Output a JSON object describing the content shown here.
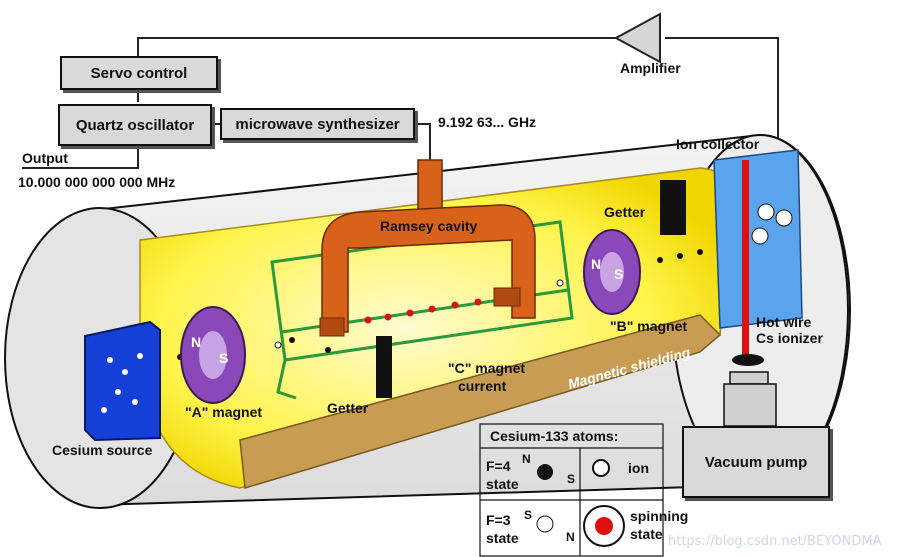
{
  "boxes": {
    "servo_control": "Servo control",
    "quartz_oscillator": "Quartz oscillator",
    "microwave_synthesizer": "microwave synthesizer",
    "vacuum_pump": "Vacuum pump"
  },
  "labels": {
    "output": "Output",
    "output_freq": "10.000 000 000 000 MHz",
    "synth_freq": "9.192 63... GHz",
    "amplifier": "Amplifier",
    "ion_collector": "Ion collector",
    "getter_right": "Getter",
    "getter_bottom": "Getter",
    "ramsey_cavity": "Ramsey cavity",
    "b_magnet": "\"B\" magnet",
    "a_magnet": "\"A\" magnet",
    "c_magnet_line1": "\"C\" magnet",
    "c_magnet_line2": "current",
    "magnetic_shielding": "Magnetic shielding",
    "cesium_source": "Cesium source",
    "hot_wire_line1": "Hot wire",
    "hot_wire_line2": "Cs ionizer",
    "magnet_n": "N",
    "magnet_s": "S"
  },
  "legend": {
    "title": "Cesium-133 atoms:",
    "f4_line1": "F=4",
    "f4_line2": "state",
    "f3_line1": "F=3",
    "f3_line2": "state",
    "ion": "ion",
    "spinning_line1": "spinning",
    "spinning_line2": "state",
    "n": "N",
    "s": "S"
  },
  "watermark": "https://blog.csdn.net/BEYONDMA",
  "colors": {
    "yellow": "#fff34a",
    "cavity_orange": "#d9621a",
    "magnet_purple": "#8a48b8",
    "coil_green": "#2a9a3a",
    "source_blue": "#1540d8",
    "collector_blue": "#5aa4ee",
    "hot_wire_red": "#e01010",
    "shield_tan": "#c89c52"
  }
}
